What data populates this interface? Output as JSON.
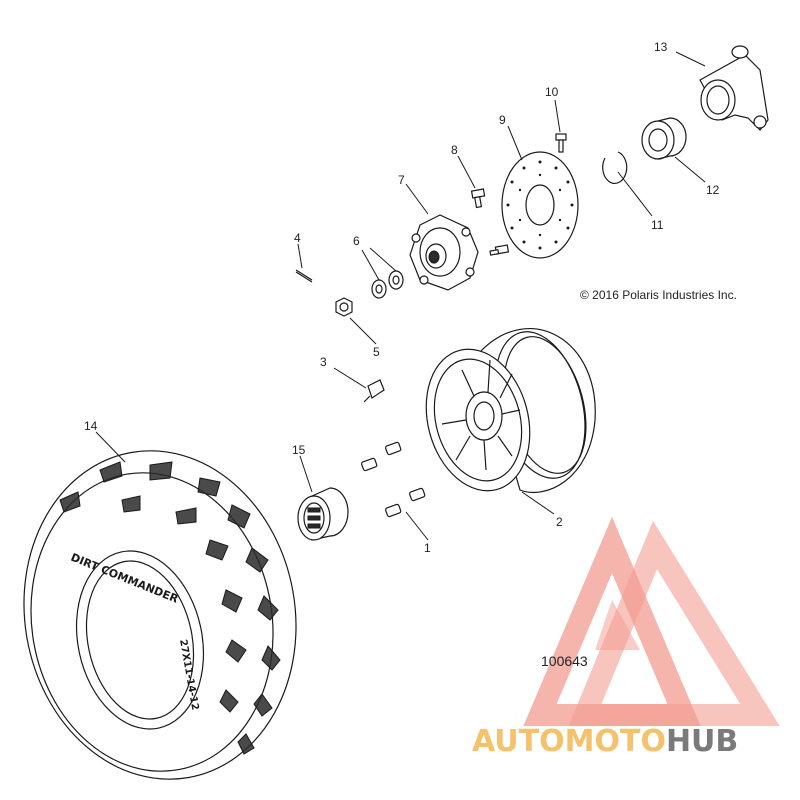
{
  "copyright": "© 2016 Polaris Industries Inc.",
  "diagram_ref": "100643",
  "watermark": {
    "brand_part1": "AUTOMOTO",
    "brand_part2": "HUB",
    "color_primary": "#f08a7e",
    "color_secondary": "#f5c26b",
    "color_tertiary": "#7a7a7a"
  },
  "tire_text": {
    "brand": "DIRT COMMANDER",
    "size": "27X11-14-12"
  },
  "callouts": [
    {
      "id": "1",
      "label": "1"
    },
    {
      "id": "2",
      "label": "2"
    },
    {
      "id": "3",
      "label": "3"
    },
    {
      "id": "4",
      "label": "4"
    },
    {
      "id": "5",
      "label": "5"
    },
    {
      "id": "6",
      "label": "6"
    },
    {
      "id": "7",
      "label": "7"
    },
    {
      "id": "8",
      "label": "8"
    },
    {
      "id": "9",
      "label": "9"
    },
    {
      "id": "10",
      "label": "10"
    },
    {
      "id": "11",
      "label": "11"
    },
    {
      "id": "12",
      "label": "12"
    },
    {
      "id": "13",
      "label": "13"
    },
    {
      "id": "14",
      "label": "14"
    },
    {
      "id": "15",
      "label": "15"
    }
  ]
}
